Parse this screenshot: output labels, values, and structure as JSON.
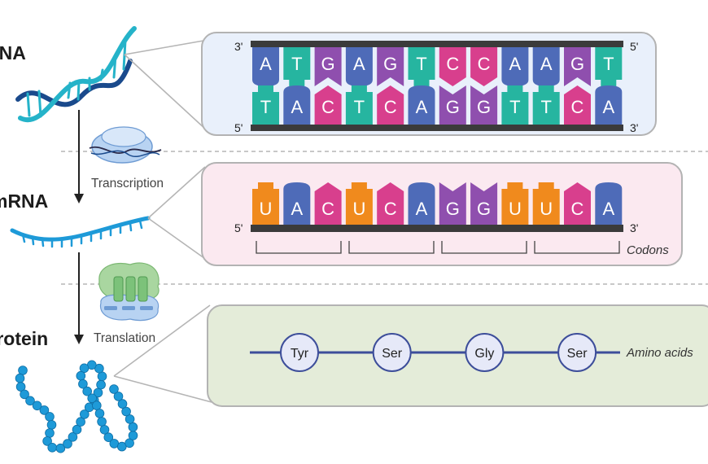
{
  "stages": {
    "dna": "DNA",
    "mrna": "mRNA",
    "protein": "Protein"
  },
  "processes": {
    "transcription": "Transcription",
    "translation": "Translation"
  },
  "dna_panel": {
    "top_left_end": "3'",
    "top_right_end": "5'",
    "bottom_left_end": "5'",
    "bottom_right_end": "3'",
    "top_strand": [
      "A",
      "T",
      "G",
      "A",
      "G",
      "T",
      "C",
      "C",
      "A",
      "A",
      "G",
      "T"
    ],
    "bottom_strand": [
      "T",
      "A",
      "C",
      "T",
      "C",
      "A",
      "G",
      "G",
      "T",
      "T",
      "C",
      "A"
    ]
  },
  "mrna_panel": {
    "left_end": "5'",
    "right_end": "3'",
    "bases": [
      "U",
      "A",
      "C",
      "U",
      "C",
      "A",
      "G",
      "G",
      "U",
      "U",
      "C",
      "A"
    ],
    "codons_label": "Codons"
  },
  "protein_panel": {
    "amino_acids": [
      "Tyr",
      "Ser",
      "Gly",
      "Ser"
    ],
    "amino_acids_label": "Amino acids"
  },
  "colors": {
    "A": "#4e6bb8",
    "T": "#26b5a0",
    "G": "#8f4fae",
    "C": "#d83f8d",
    "U": "#f08a1d",
    "dna_panel_bg": "#e9f0fb",
    "mrna_panel_bg": "#fbe9f0",
    "protein_panel_bg": "#e4ecd9",
    "backbone": "#3b3b3b",
    "helix_dark": "#1a4a8c",
    "helix_light": "#25b3c9",
    "protein_bead": "#1e9ad8",
    "amino_line": "#3d4e9a"
  }
}
